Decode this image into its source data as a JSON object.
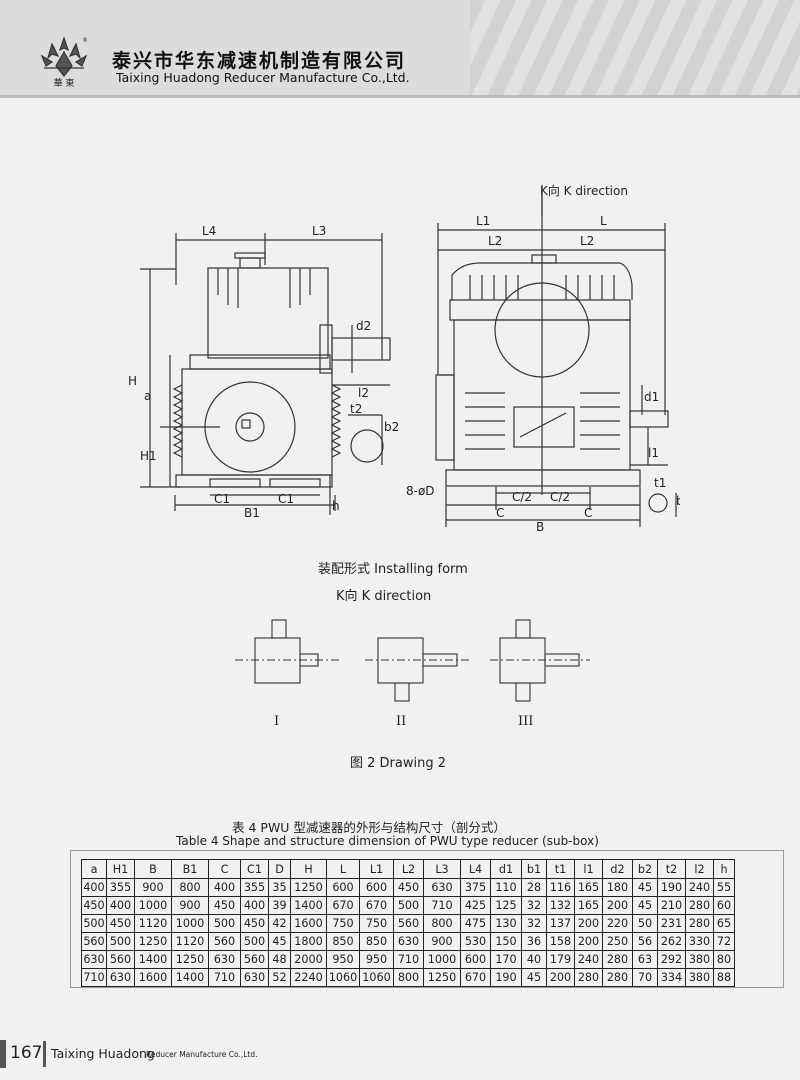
{
  "header": {
    "company_cn": "泰兴市华东减速机制造有限公司",
    "company_en": "Taixing Huadong Reducer Manufacture Co.,Ltd.",
    "logo_text": "華 東",
    "logo_mark": "®"
  },
  "drawing": {
    "k_direction_top": "K向  K direction",
    "labels": {
      "L4": "L4",
      "L3": "L3",
      "L1": "L1",
      "L": "L",
      "L2a": "L2",
      "L2b": "L2",
      "H": "H",
      "a": "a",
      "H1": "H1",
      "h": "h",
      "d2": "d2",
      "l2": "l2",
      "t2": "t2",
      "b2": "b2",
      "C1a": "C1",
      "C1b": "C1",
      "B1": "B1",
      "d1": "d1",
      "l1": "l1",
      "t1": "t1",
      "b1": "b1",
      "holes": "8-øD",
      "C_half_a": "C/2",
      "C_half_b": "C/2",
      "Ca": "C",
      "Cb": "C",
      "B": "B"
    },
    "installing_form": "装配形式   Installing form",
    "k_direction_bottom": "K向   K direction",
    "forms": [
      "I",
      "II",
      "III"
    ],
    "caption": "图 2    Drawing 2"
  },
  "table": {
    "title_cn": "表 4    PWU 型减速器的外形与结构尺寸（剖分式）",
    "title_en": "Table 4  Shape and structure dimension of PWU type reducer (sub-box)",
    "headers": [
      "a",
      "H1",
      "B",
      "B1",
      "C",
      "C1",
      "D",
      "H",
      "L",
      "L1",
      "L2",
      "L3",
      "L4",
      "d1",
      "b1",
      "t1",
      "l1",
      "d2",
      "b2",
      "t2",
      "l2",
      "h"
    ],
    "rows": [
      [
        "400",
        "355",
        "900",
        "800",
        "400",
        "355",
        "35",
        "1250",
        "600",
        "600",
        "450",
        "630",
        "375",
        "110",
        "28",
        "116",
        "165",
        "180",
        "45",
        "190",
        "240",
        "55"
      ],
      [
        "450",
        "400",
        "1000",
        "900",
        "450",
        "400",
        "39",
        "1400",
        "670",
        "670",
        "500",
        "710",
        "425",
        "125",
        "32",
        "132",
        "165",
        "200",
        "45",
        "210",
        "280",
        "60"
      ],
      [
        "500",
        "450",
        "1120",
        "1000",
        "500",
        "450",
        "42",
        "1600",
        "750",
        "750",
        "560",
        "800",
        "475",
        "130",
        "32",
        "137",
        "200",
        "220",
        "50",
        "231",
        "280",
        "65"
      ],
      [
        "560",
        "500",
        "1250",
        "1120",
        "560",
        "500",
        "45",
        "1800",
        "850",
        "850",
        "630",
        "900",
        "530",
        "150",
        "36",
        "158",
        "200",
        "250",
        "56",
        "262",
        "330",
        "72"
      ],
      [
        "630",
        "560",
        "1400",
        "1250",
        "630",
        "560",
        "48",
        "2000",
        "950",
        "950",
        "710",
        "1000",
        "600",
        "170",
        "40",
        "179",
        "240",
        "280",
        "63",
        "292",
        "380",
        "80"
      ],
      [
        "710",
        "630",
        "1600",
        "1400",
        "710",
        "630",
        "52",
        "2240",
        "1060",
        "1060",
        "800",
        "1250",
        "670",
        "190",
        "45",
        "200",
        "280",
        "280",
        "70",
        "334",
        "380",
        "88"
      ]
    ]
  },
  "footer": {
    "page": "167",
    "company": "Taixing Huadong",
    "company_small": "Reducer Manufacture Co.,Ltd."
  }
}
